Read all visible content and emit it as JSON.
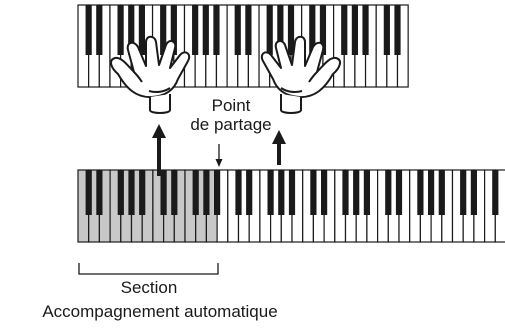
{
  "split_point_label": [
    "Point",
    "de partage"
  ],
  "section_label": "Section",
  "section_caption": "Accompagnement automatique",
  "colors": {
    "outline": "#1a1a1a",
    "white_key": "#ffffff",
    "black_key": "#1a1a1a",
    "highlighted_key": "#c8c8c8"
  },
  "icons": [
    "left-hand-icon",
    "right-hand-icon",
    "up-arrow-icon",
    "down-arrow-icon"
  ]
}
